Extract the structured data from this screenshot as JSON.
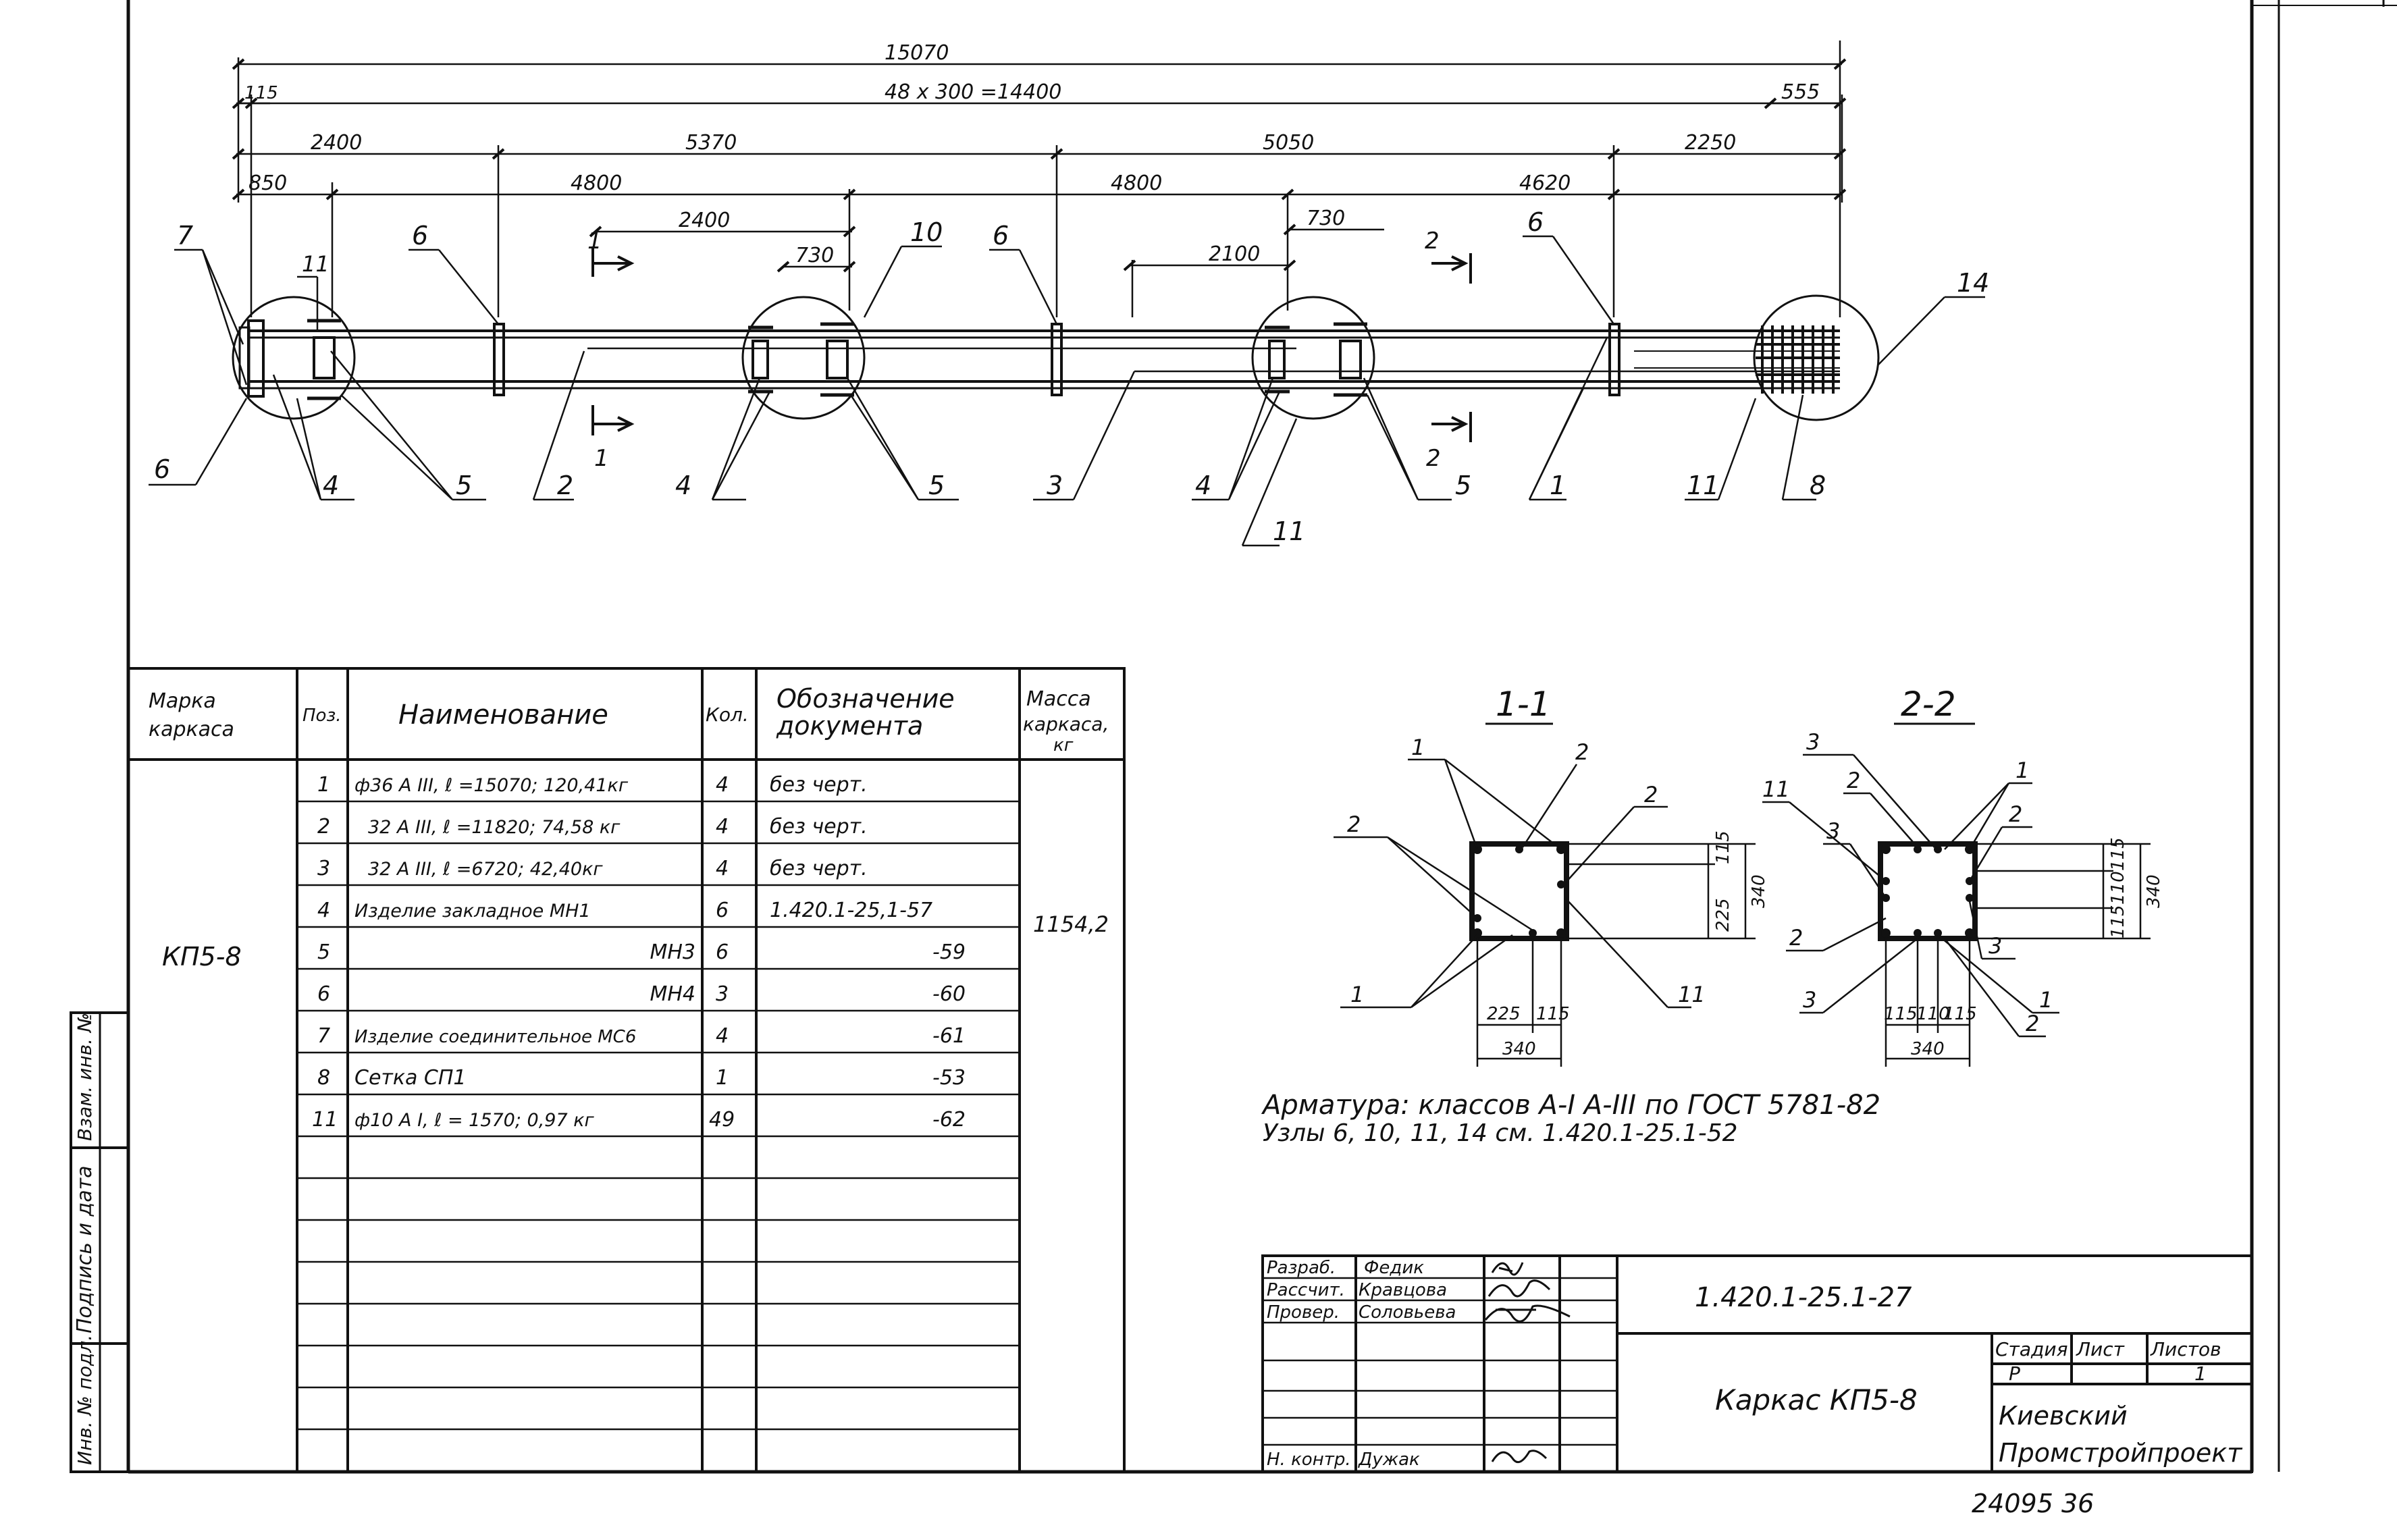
{
  "dims": {
    "total": "15070",
    "pitch": "48 x 300 =14400",
    "d115": "115",
    "d555": "555",
    "d2400a": "2400",
    "d5370": "5370",
    "d5050": "5050",
    "d2250": "2250",
    "d850": "850",
    "d4800a": "4800",
    "d4800b": "4800",
    "d4620": "4620",
    "d2400b": "2400",
    "d730a": "730",
    "d730b": "730",
    "d2100": "2100"
  },
  "callouts": {
    "c7": "7",
    "c11a": "11",
    "c6a": "6",
    "c10": "10",
    "c6b": "6",
    "c6c": "6",
    "c14": "14",
    "c6d": "6",
    "c4a": "4",
    "c5a": "5",
    "c2": "2",
    "c4b": "4",
    "c5b": "5",
    "c3": "3",
    "c4c": "4",
    "c11b": "11",
    "c5c": "5",
    "c1": "1",
    "c11c": "11",
    "c8": "8"
  },
  "section_marks": {
    "s1top": "1",
    "s1bot": "1",
    "s2top": "2",
    "s2bot": "2"
  },
  "table": {
    "headers": {
      "mark_l1": "Марка",
      "mark_l2": "каркаса",
      "pos": "Поз.",
      "name": "Наименование",
      "qty": "Кол.",
      "doc_l1": "Обозначение",
      "doc_l2": "документа",
      "mass_l1": "Масса",
      "mass_l2": "каркаса,",
      "mass_l3": "кг"
    },
    "mark": "КП5-8",
    "mass": "1154,2",
    "rows": [
      {
        "pos": "1",
        "name": "ф36 А III,    ℓ =15070;  120,41кг",
        "qty": "4",
        "doc": "без  черт."
      },
      {
        "pos": "2",
        "name": "32 А III,    ℓ =11820;   74,58 кг",
        "qty": "4",
        "doc": "без  черт."
      },
      {
        "pos": "3",
        "name": "32 А III,    ℓ =6720;   42,40кг",
        "qty": "4",
        "doc": "без  черт."
      },
      {
        "pos": "4",
        "name": "Изделие  закладное       МН1",
        "qty": "6",
        "doc": "1.420.1-25,1-57"
      },
      {
        "pos": "5",
        "name": "МН3",
        "qty": "6",
        "doc": "-59"
      },
      {
        "pos": "6",
        "name": "МН4",
        "qty": "3",
        "doc": "-60"
      },
      {
        "pos": "7",
        "name": "Изделие  соединительное МС6",
        "qty": "4",
        "doc": "-61"
      },
      {
        "pos": "8",
        "name": "Сетка  СП1",
        "qty": "1",
        "doc": "-53"
      },
      {
        "pos": "11",
        "name": "ф10 А I,   ℓ = 1570;       0,97 кг",
        "qty": "49",
        "doc": "-62"
      }
    ]
  },
  "section1": {
    "title": "1-1",
    "labels": {
      "a": "1",
      "b": "2",
      "c": "2",
      "d": "2",
      "e": "1",
      "f": "11"
    },
    "dims": {
      "h115": "115",
      "h225": "225",
      "h340": "340",
      "w225": "225",
      "w115": "115",
      "w340": "340"
    }
  },
  "section2": {
    "title": "2-2",
    "labels": {
      "a": "3",
      "b": "2",
      "c": "11",
      "d": "3",
      "e": "1",
      "f": "2",
      "g": "2",
      "h": "3",
      "i": "3",
      "j": "1",
      "k": "2"
    },
    "dims": {
      "h115a": "115",
      "h110": "110",
      "h115b": "115",
      "h340": "340",
      "w115a": "115",
      "w110": "110",
      "w115b": "115",
      "w340": "340"
    }
  },
  "notes": {
    "line1": "Арматура:  классов   А-I  А-III  по    ГОСТ  5781-82",
    "line2": "Узлы  6, 10, 11, 14  см.   1.420.1-25.1-52"
  },
  "side_strip": {
    "inv_podl": "Инв. № подл.",
    "podpis": "Подпись и дата",
    "vzam": "Взам. инв. №"
  },
  "title_block": {
    "roles": [
      "Разраб.",
      "Рассчит.",
      "Провер.",
      "",
      "",
      "",
      "Н. контр."
    ],
    "names": [
      "Федик",
      "Кравцова",
      "Соловьева",
      "",
      "",
      "",
      "Дужак"
    ],
    "code": "1.420.1-25.1-27",
    "title": "Каркас   КП5-8",
    "stage_h": "Стадия",
    "sheet_h": "Лист",
    "sheets_h": "Листов",
    "stage": "Р",
    "sheets": "1",
    "org_l1": "Киевский",
    "org_l2": "Промстройпроект"
  },
  "footer": "24095   36"
}
